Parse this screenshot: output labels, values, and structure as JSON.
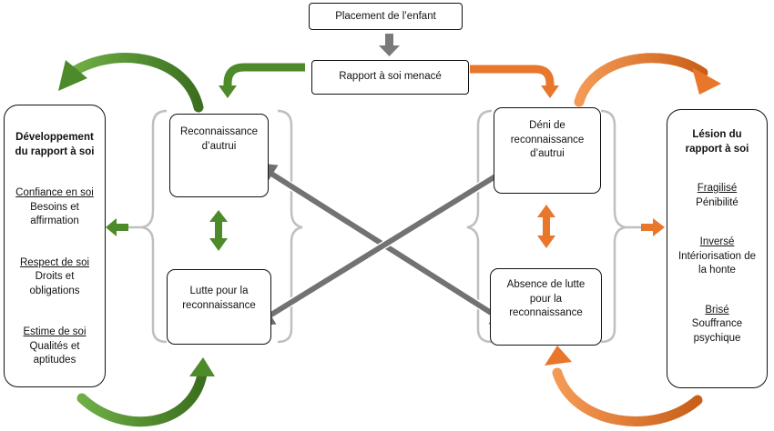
{
  "top": {
    "placement": "Placement de l’enfant",
    "rapport": "Rapport à soi menacé"
  },
  "left_panel": {
    "title_line1": "Développement",
    "title_line2": "du rapport à soi",
    "groups": [
      {
        "heading": "Confiance en soi",
        "line1": "Besoins et",
        "line2": "affirmation"
      },
      {
        "heading": "Respect de soi",
        "line1": "Droits et",
        "line2": "obligations"
      },
      {
        "heading": "Estime de soi",
        "line1": "Qualités et",
        "line2": "aptitudes"
      }
    ]
  },
  "center_left": {
    "reconnaissance_line1": "Reconnaissance",
    "reconnaissance_line2": "d’autrui",
    "lutte_line1": "Lutte pour la",
    "lutte_line2": "reconnaissance"
  },
  "center_right": {
    "deni_line1": "Déni de",
    "deni_line2": "reconnaissance",
    "deni_line3": "d’autrui",
    "absence_line1": "Absence de lutte",
    "absence_line2": "pour la",
    "absence_line3": "reconnaissance"
  },
  "right_panel": {
    "title_line1": "Lésion du",
    "title_line2": "rapport à soi",
    "groups": [
      {
        "heading": "Fragilisé",
        "line1": "Pénibilité",
        "line2": ""
      },
      {
        "heading": "Inversé",
        "line1": "Intériorisation de",
        "line2": "la honte"
      },
      {
        "heading": "Brisé",
        "line1": "Souffrance",
        "line2": "psychique"
      }
    ]
  },
  "colors": {
    "green": "#4c8a2a",
    "orange": "#e8762b",
    "gray": "#7a7a7a",
    "bracket": "#bfbfbf"
  }
}
